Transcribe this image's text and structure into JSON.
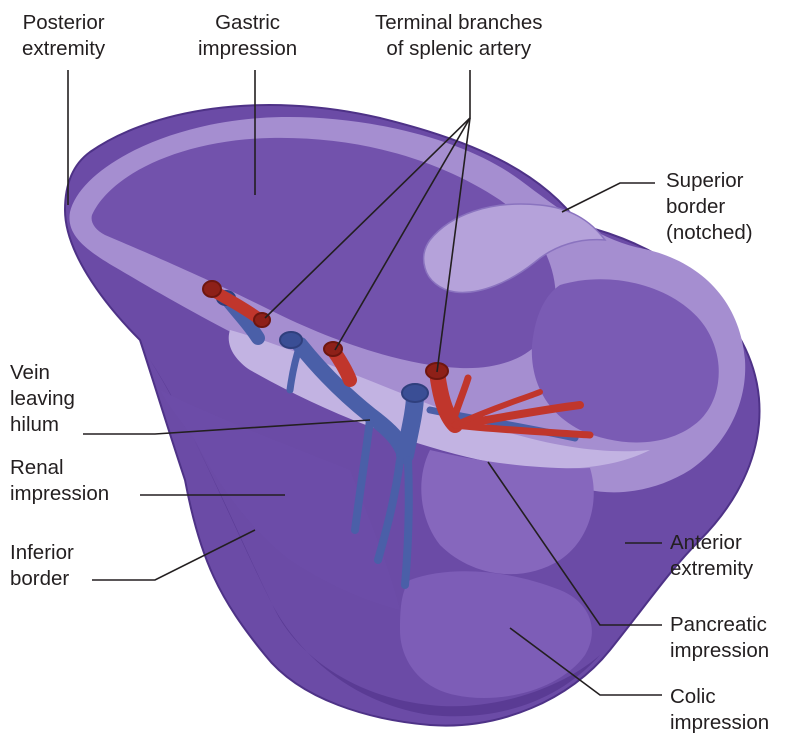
{
  "diagram": {
    "colors": {
      "spleen_dark": "#5a3b94",
      "spleen_mid": "#7656ae",
      "spleen_light": "#a691cf",
      "vein": "#4a5fa8",
      "artery": "#c0362c",
      "leader": "#231f20"
    },
    "labels": {
      "posterior_extremity": [
        "Posterior",
        "extremity"
      ],
      "gastric_impression": [
        "Gastric",
        "impression"
      ],
      "terminal_branches": [
        "Terminal branches",
        "of splenic artery"
      ],
      "superior_border": [
        "Superior",
        "border",
        "(notched)"
      ],
      "vein_leaving_hilum": [
        "Vein",
        "leaving",
        "hilum"
      ],
      "renal_impression": [
        "Renal",
        "impression"
      ],
      "inferior_border": [
        "Inferior",
        "border"
      ],
      "anterior_extremity": [
        "Anterior",
        "extremity"
      ],
      "pancreatic_impression": [
        "Pancreatic",
        "impression"
      ],
      "colic_impression": [
        "Colic",
        "impression"
      ]
    }
  }
}
